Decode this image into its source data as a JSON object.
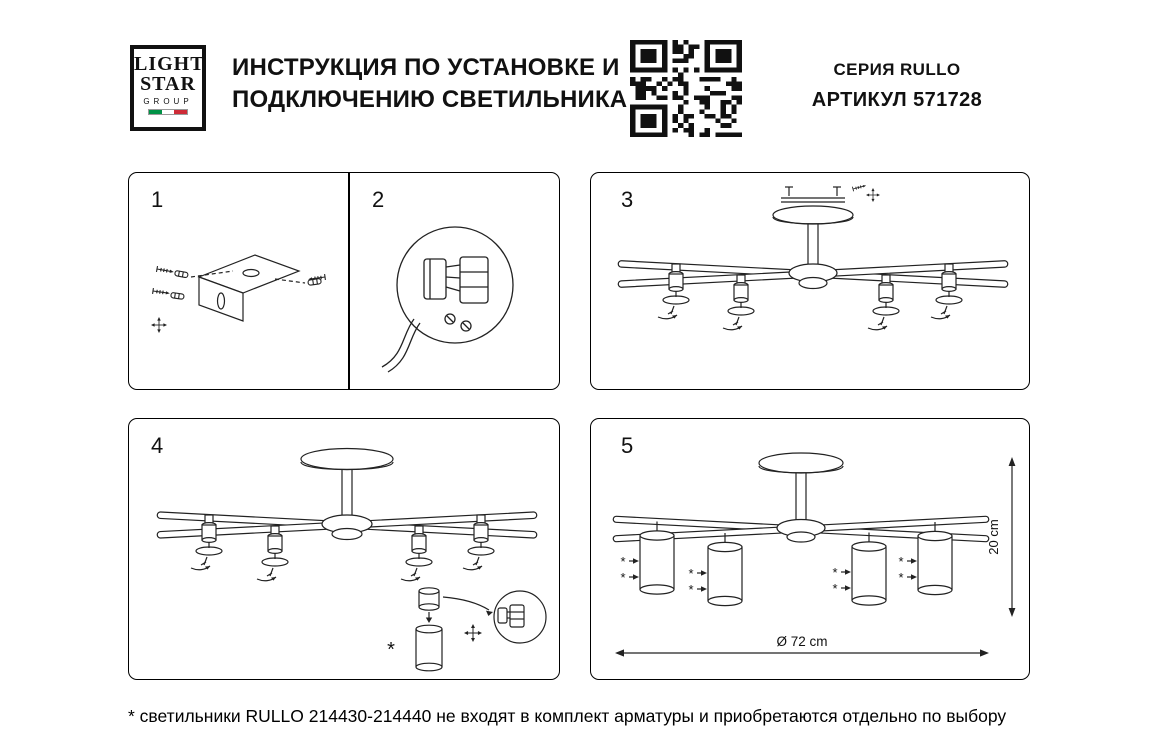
{
  "page": {
    "title_line1": "ИНСТРУКЦИЯ ПО УСТАНОВКЕ И",
    "title_line2": "ПОДКЛЮЧЕНИЮ СВЕТИЛЬНИКА",
    "series": "СЕРИЯ RULLO",
    "article": "АРТИКУЛ 571728",
    "footnote": "* светильники RULLO 214430-214440 не входят в комплект арматуры и приобретаются отдельно по выбору"
  },
  "logo": {
    "line1": "LIGHT",
    "line2": "STAR",
    "line3": "GROUP"
  },
  "steps": [
    {
      "number": "1"
    },
    {
      "number": "2"
    },
    {
      "number": "3"
    },
    {
      "number": "4"
    },
    {
      "number": "5"
    }
  ],
  "dimensions": {
    "height_label": "20 cm",
    "diameter_label": "Ø 72 cm"
  },
  "symbols": {
    "asterisk": "*"
  },
  "colors": {
    "ink": "#111111",
    "line": "#222222",
    "flag_green": "#009246",
    "flag_white": "#ffffff",
    "flag_red": "#ce2b37"
  }
}
